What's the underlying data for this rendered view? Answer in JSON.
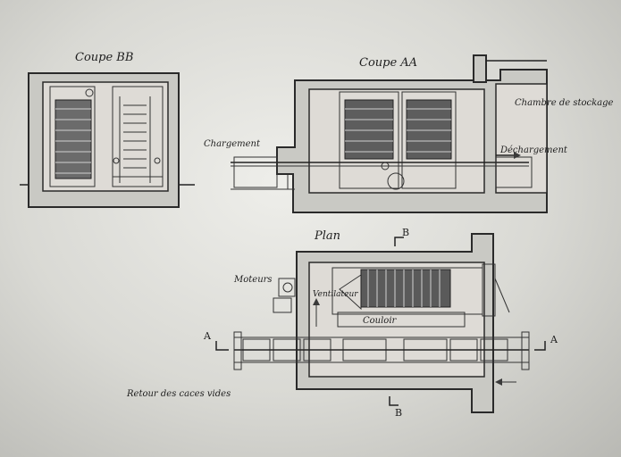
{
  "sections": {
    "coupe_bb": {
      "title": "Coupe BB"
    },
    "coupe_aa": {
      "title": "Coupe AA",
      "labels": {
        "storage": "Chambre de stockage",
        "loading": "Chargement",
        "unloading": "Déchargement"
      }
    },
    "plan": {
      "title": "Plan",
      "labels": {
        "motors": "Moteurs",
        "fan": "Ventilateur",
        "corridor": "Couloir",
        "return": "Retour des caces vides"
      },
      "markers": {
        "b_top": "B",
        "b_bottom": "B",
        "a_left": "A",
        "a_right": "A"
      }
    }
  }
}
